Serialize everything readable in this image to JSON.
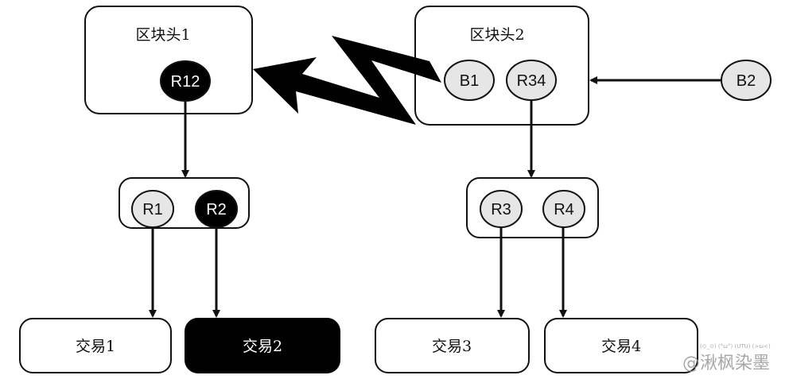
{
  "blocks": {
    "header1": {
      "label": "区块头1",
      "root": "R12"
    },
    "header2": {
      "label": "区块头2",
      "back_ref": "B1",
      "root": "R34"
    },
    "external_ref": "B2"
  },
  "merkle_nodes": {
    "left": [
      "R1",
      "R2"
    ],
    "right": [
      "R3",
      "R4"
    ]
  },
  "transactions": [
    "交易1",
    "交易2",
    "交易3",
    "交易4"
  ],
  "colors": {
    "highlight": "#000000",
    "node_fill": "#e6e6e6",
    "stroke": "#111111"
  },
  "watermark": {
    "emoticons": "(⊙_⊙)  (°ω°)  (UTU)  (>ω<)",
    "text": "@湫枫染墨"
  }
}
